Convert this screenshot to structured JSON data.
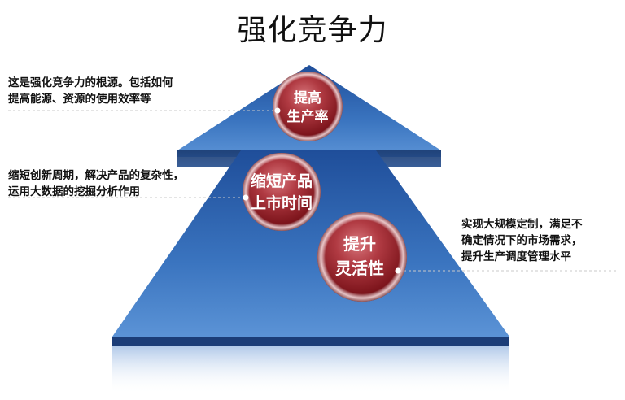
{
  "title": "强化竞争力",
  "notes": {
    "productivity": [
      "这是强化竞争力的根源。包括如何",
      "提高能源、资源的使用效率等"
    ],
    "time_to_market": [
      "缩短创新周期，解决产品的复杂性，",
      "运用大数据的挖掘分析作用"
    ],
    "flexibility": [
      "实现大规模定制，满足不",
      "确定情况下的市场需求，",
      "提升生产调度管理水平"
    ]
  },
  "circles": {
    "productivity": [
      "提高",
      "生产率"
    ],
    "time_to_market": [
      "缩短产品",
      "上市时间"
    ],
    "flexibility": [
      "提升",
      "灵活性"
    ]
  },
  "colors": {
    "arrow_top": "#2a5aa6",
    "arrow_bottom": "#3f7cc6",
    "arrow_edge": "#1d3f78",
    "circle": "#8e1b22",
    "circle_highlight": "#d9787e"
  }
}
